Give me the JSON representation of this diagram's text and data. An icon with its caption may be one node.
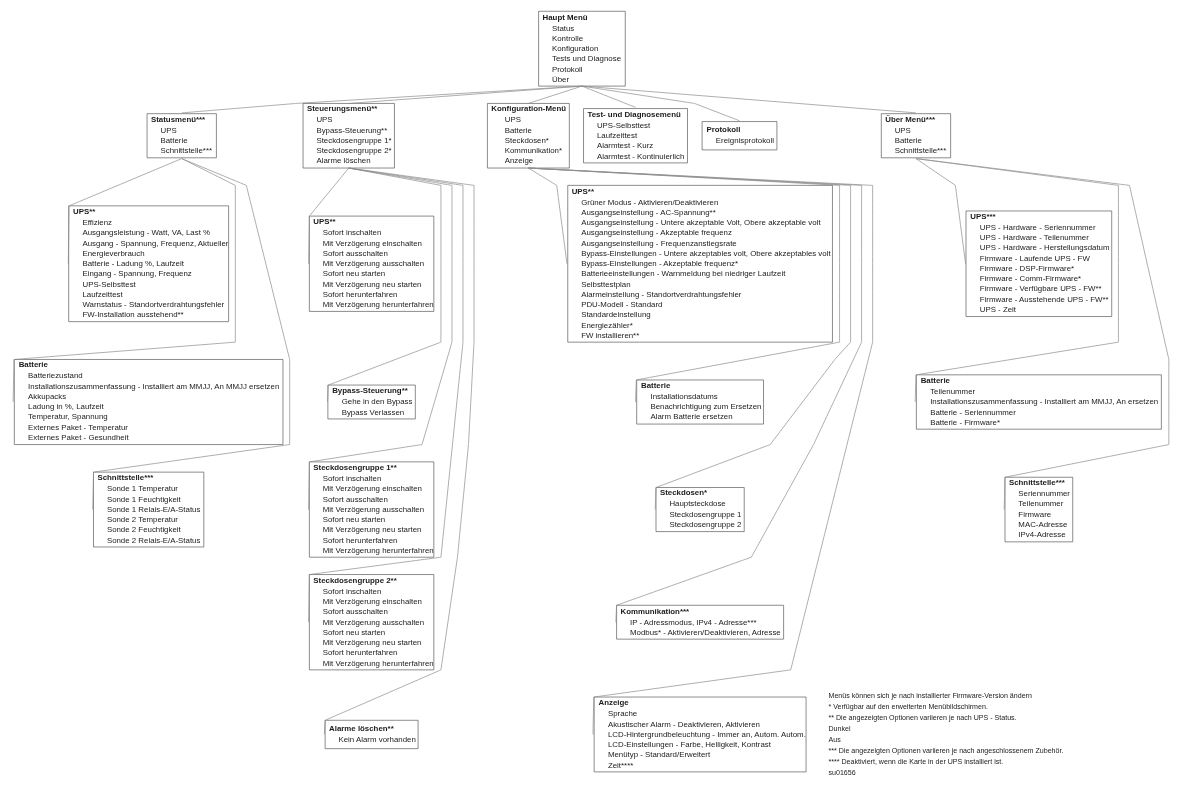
{
  "diagram": {
    "nodes": [
      {
        "text": [
          "Haupt Menü",
          "Status",
          "Kontrolle",
          "Konfiguration",
          "Tests und Diagnose",
          "Protokoll",
          "Über"
        ]
      },
      {
        "text": [
          "Statusmenü***",
          "UPS",
          "Batterie",
          "Schnittstelle***"
        ]
      },
      {
        "text": [
          "Steuerungsmenü**",
          "UPS",
          "Bypass-Steuerung**",
          "Steckdosengruppe 1*",
          "Steckdosengruppe 2*",
          "Alarme löschen"
        ]
      },
      {
        "text": [
          "Konfiguration-Menü",
          "UPS",
          "Batterie",
          "Steckdosen*",
          "Kommunikation*",
          "Anzeige"
        ]
      },
      {
        "text": [
          "Test- und Diagnosemenü",
          "UPS-Selbsttest",
          "Laufzeittest",
          "Alarmtest - Kurz",
          "Alarmtest - Kontinuierlich"
        ]
      },
      {
        "text": [
          "Protokoll",
          "Ereignisprotokoll"
        ]
      },
      {
        "text": [
          "Über Menü***",
          "UPS",
          "Batterie",
          "Schnittstelle***"
        ]
      },
      {
        "text": [
          "UPS**",
          "Effizienz",
          "Ausgangsleistung - Watt, VA, Last %",
          "Ausgang - Spannung, Frequenz, Aktueller",
          "Energieverbrauch",
          "Batterie - Ladung %, Laufzeit",
          "Eingang - Spannung, Frequenz",
          "UPS-Selbsttest",
          "Laufzeittest",
          "Warnstatus - Standortverdrahtungsfehler",
          "FW-Installation ausstehend**"
        ]
      },
      {
        "text": [
          "Batterie",
          "Batteriezustand",
          "Installationszusammenfassung - Installiert am MMJJ, An MMJJ ersetzen",
          "Akkupacks",
          "Ladung in %, Laufzeit",
          "Temperatur, Spannung",
          "Externes Paket - Temperatur",
          "Externes Paket - Gesundheit"
        ]
      },
      {
        "text": [
          "Schnittstelle***",
          "Sonde 1 Temperatur",
          "Sonde 1 Feuchtigkeit",
          "Sonde 1 Relais-E/A-Status",
          "Sonde 2 Temperatur",
          "Sonde 2 Feuchtigkeit",
          "Sonde 2 Relais-E/A-Status"
        ]
      },
      {
        "text": [
          "UPS**",
          "Sofort inschalten",
          "Mit Verzögerung einschalten",
          "Sofort ausschalten",
          "Mit Verzögerung ausschalten",
          "Sofort neu starten",
          "Mit Verzögerung neu starten",
          "Sofort herunterfahren",
          "Mit Verzögerung herunterfahren"
        ]
      },
      {
        "text": [
          "Bypass-Steuerung**",
          "Gehe in den Bypass",
          "Bypass Verlassen"
        ]
      },
      {
        "text": [
          "Steckdosengruppe 1**",
          "Sofort inschalten",
          "Mit Verzögerung einschalten",
          "Sofort ausschalten",
          "Mit Verzögerung ausschalten",
          "Sofort neu starten",
          "Mit Verzögerung neu starten",
          "Sofort herunterfahren",
          "Mit Verzögerung herunterfahren"
        ]
      },
      {
        "text": [
          "Steckdosengruppe 2**",
          "Sofort inschalten",
          "Mit Verzögerung einschalten",
          "Sofort ausschalten",
          "Mit Verzögerung ausschalten",
          "Sofort neu starten",
          "Mit Verzögerung neu starten",
          "Sofort herunterfahren",
          "Mit Verzögerung herunterfahren"
        ]
      },
      {
        "text": [
          "Alarme löschen**",
          "Kein Alarm vorhanden"
        ]
      },
      {
        "text": [
          "UPS**",
          "Grüner Modus - Aktivieren/Deaktivieren",
          "Ausgangseinstellung - AC-Spannung**",
          "Ausgangseinstellung - Untere akzeptable Volt, Obere akzeptable volt",
          "Ausgangseinstellung - Akzeptable frequenz",
          "Ausgangseinstellung - Frequenzanstiegsrate",
          "Bypass-Einstellungen - Untere akzeptables volt, Obere akzeptables volt",
          "Bypass-Einstellungen - Akzeptable frequenz*",
          "Batterieeinstellungen - Warnmeldung bei niedriger Laufzeit",
          "Selbsttestplan",
          "Alarmeinstellung - Standortverdrahtungsfehler",
          "PDU-Modell - Standard",
          "Standardeinstellung",
          "Energiezähler*",
          "FW installieren**"
        ]
      },
      {
        "text": [
          "Batterie",
          "Installationsdatums",
          "Benachrichtigung zum Ersetzen",
          "Alarm Batterie ersetzen"
        ]
      },
      {
        "text": [
          "Steckdosen*",
          "Hauptsteckdose",
          "Steckdosengruppe 1",
          "Steckdosengruppe 2"
        ]
      },
      {
        "text": [
          "Kommunikation***",
          "IP - Adressmodus, IPv4 - Adresse***",
          "Modbus* - Aktivieren/Deaktivieren, Adresse"
        ]
      },
      {
        "text": [
          "Anzeige",
          "Sprache",
          "Akustischer Alarm - Deaktivieren, Aktivieren",
          "LCD-Hintergrundbeleuchtung - Immer an, Autom. Autom.",
          "LCD-Einstellungen - Farbe, Helligkeit, Kontrast",
          "Menütyp - Standard/Erweitert",
          "Zeit****"
        ]
      },
      {
        "text": [
          "UPS***",
          "UPS - Hardware - Seriennummer",
          "UPS - Hardware - Teilenummer",
          "UPS - Hardware - Herstellungsdatum",
          "Firmware - Laufende UPS - FW",
          "Firmware - DSP-Firmware*",
          "Firmware - Comm-Firmware*",
          "Firmware - Verfügbare UPS - FW**",
          "Firmware - Ausstehende UPS - FW**",
          "UPS - Zeit"
        ]
      },
      {
        "text": [
          "Batterie",
          "Teilenummer",
          "Installationszusammenfassung - Installiert am MMJJ, An ersetzen",
          "Batterie - Seriennummer",
          "Batterie - Firmware*"
        ]
      },
      {
        "text": [
          "Schnittstelle***",
          "Seriennummer",
          "Teilenummer",
          "Firmware",
          "MAC-Adresse",
          "IPv4-Adresse"
        ]
      }
    ],
    "edges": [
      {
        "from": 0,
        "to": 1,
        "arrow": "none"
      },
      {
        "from": 0,
        "to": 2,
        "arrow": "none"
      },
      {
        "from": 0,
        "to": 3,
        "arrow": "none"
      },
      {
        "from": 0,
        "to": 4,
        "arrow": "none"
      },
      {
        "from": 0,
        "to": 5,
        "arrow": "none"
      },
      {
        "from": 0,
        "to": 6,
        "arrow": "none"
      },
      {
        "from": 1,
        "to": 7,
        "arrow": "none"
      },
      {
        "from": 1,
        "to": 8,
        "arrow": "none"
      },
      {
        "from": 1,
        "to": 9,
        "arrow": "none"
      },
      {
        "from": 2,
        "to": 10,
        "arrow": "none"
      },
      {
        "from": 2,
        "to": 11,
        "arrow": "none"
      },
      {
        "from": 2,
        "to": 12,
        "arrow": "none"
      },
      {
        "from": 2,
        "to": 13,
        "arrow": "none"
      },
      {
        "from": 2,
        "to": 14,
        "arrow": "none"
      },
      {
        "from": 3,
        "to": 15,
        "arrow": "none"
      },
      {
        "from": 3,
        "to": 16,
        "arrow": "none"
      },
      {
        "from": 3,
        "to": 17,
        "arrow": "none"
      },
      {
        "from": 3,
        "to": 18,
        "arrow": "none"
      },
      {
        "from": 3,
        "to": 19,
        "arrow": "none"
      },
      {
        "from": 6,
        "to": 20,
        "arrow": "none"
      },
      {
        "from": 6,
        "to": 21,
        "arrow": "none"
      },
      {
        "from": 6,
        "to": 22,
        "arrow": "none"
      }
    ],
    "labels": [
      "Menüs können sich je nach installierter Firmware-Version ändern",
      "* Verfügbar auf den erweiterten Menübildschirmen.",
      "** Die angezeigten Optionen variieren je nach UPS - Status.",
      "Dunkel",
      "Aus",
      "*** Die angezeigten Optionen variieren je nach angeschlossenem Zubehör.",
      "**** Deaktiviert, wenn die Karte in der UPS installiert ist.",
      "su01656"
    ]
  }
}
